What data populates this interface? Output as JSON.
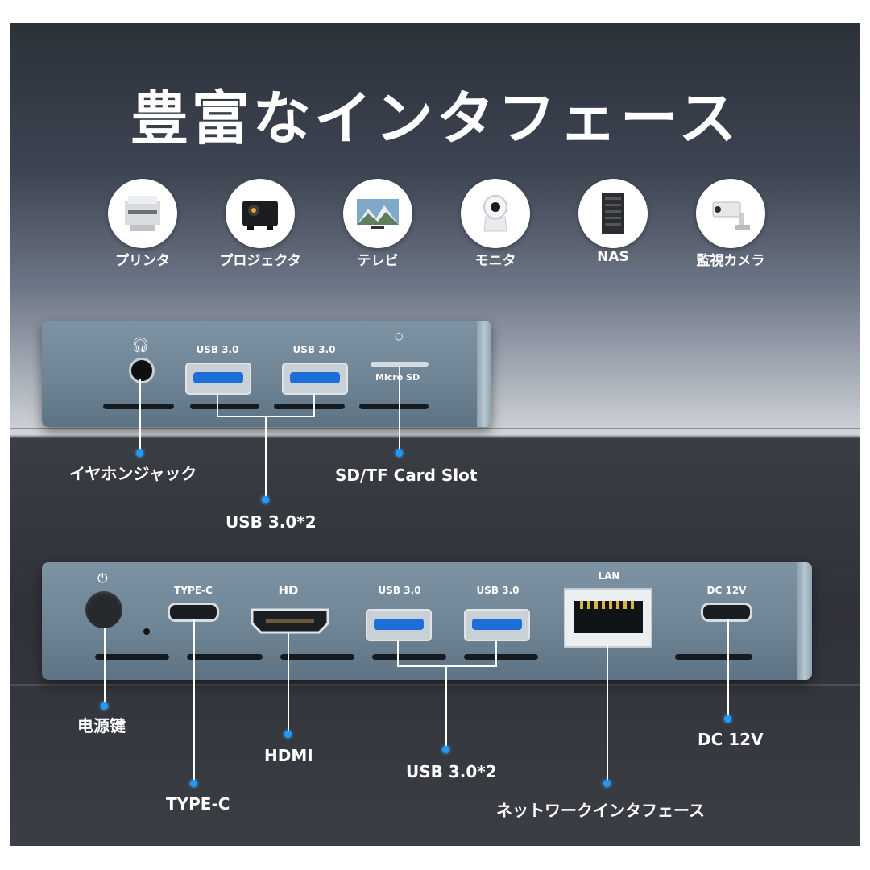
{
  "title": "豊富なインタフェース",
  "devices": [
    {
      "label": "プリンタ",
      "icon": "printer-icon"
    },
    {
      "label": "プロジェクタ",
      "icon": "projector-icon"
    },
    {
      "label": "テレビ",
      "icon": "tv-icon"
    },
    {
      "label": "モニタ",
      "icon": "monitor-camera-icon"
    },
    {
      "label": "NAS",
      "icon": "nas-icon"
    },
    {
      "label": "監視カメラ",
      "icon": "security-camera-icon"
    }
  ],
  "front_panel": {
    "port_labels": {
      "usb1": "USB 3.0",
      "usb2": "USB 3.0",
      "microsd": "Micro SD"
    },
    "callouts": {
      "jack": "イヤホンジャック",
      "sd": "SD/TF Card Slot",
      "usb": "USB 3.0*2"
    }
  },
  "back_panel": {
    "port_labels": {
      "typec": "TYPE-C",
      "hd": "HD",
      "usb1": "USB 3.0",
      "usb2": "USB 3.0",
      "lan": "LAN",
      "dc": "DC 12V"
    },
    "callouts": {
      "power": "电源键",
      "typec": "TYPE-C",
      "hdmi": "HDMI",
      "usb": "USB 3.0*2",
      "lan": "ネットワークインタフェース",
      "dc": "DC 12V"
    }
  },
  "colors": {
    "accent_dot": "#1e9bff",
    "usb_blue": "#1d6fd8",
    "hub_body": "#6f8595"
  }
}
